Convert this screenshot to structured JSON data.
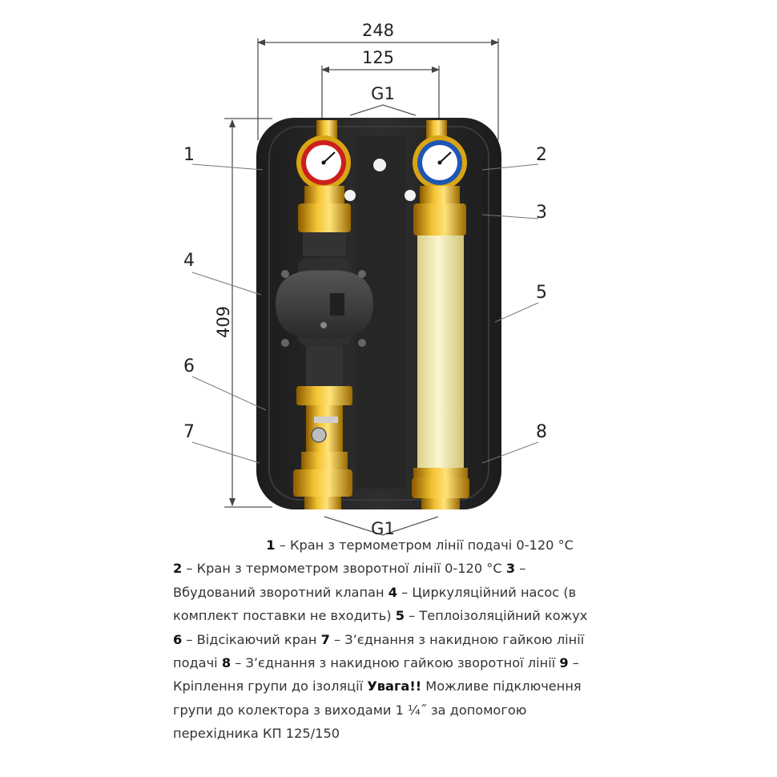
{
  "dimensions": {
    "width_total": "248",
    "width_inner": "125",
    "height_total": "409",
    "thread_top": "G1",
    "thread_bottom": "G1"
  },
  "callouts": [
    "1",
    "2",
    "3",
    "4",
    "5",
    "6",
    "7",
    "8"
  ],
  "legend": [
    {
      "num": "1",
      "text": " – Кран з термометром лінії подачі 0-120 °C "
    },
    {
      "num": "2",
      "text": " – Кран з термометром зворотної лінії 0-120 °C "
    },
    {
      "num": "3",
      "text": " – Вбудований зворотний клапан "
    },
    {
      "num": "4",
      "text": " – Циркуляційний насос (в комплект поставки не входить) "
    },
    {
      "num": "5",
      "text": " – Теплоізоляційний кожух "
    },
    {
      "num": "6",
      "text": " – Відсікаючий кран "
    },
    {
      "num": "7",
      "text": " – З’єднання з накидною гайкою лінії подачі "
    },
    {
      "num": "8",
      "text": " – З’єднання з накидною гайкою зворотної лінії "
    },
    {
      "num": "9",
      "text": " – Кріплення групи до ізоляції "
    }
  ],
  "warning": {
    "label": "Увага!!",
    "text": " Можливе підключення групи до колектора з виходами 1 ¼˝ за допомогою перехідника КП 125/150"
  },
  "colors": {
    "insulation": "#2b2b2b",
    "brass": "#d9a514",
    "return_tube": "#f2ecb4",
    "pump_body": "#3a3a3a",
    "gauge_supply_ring": "#cc1e1e",
    "gauge_return_ring": "#1e56b4",
    "dimension_line": "#555555"
  },
  "icons": [
    "thermometer-gauge-icon",
    "circulation-pump-icon",
    "ball-valve-icon",
    "check-valve-icon",
    "union-nut-icon"
  ]
}
